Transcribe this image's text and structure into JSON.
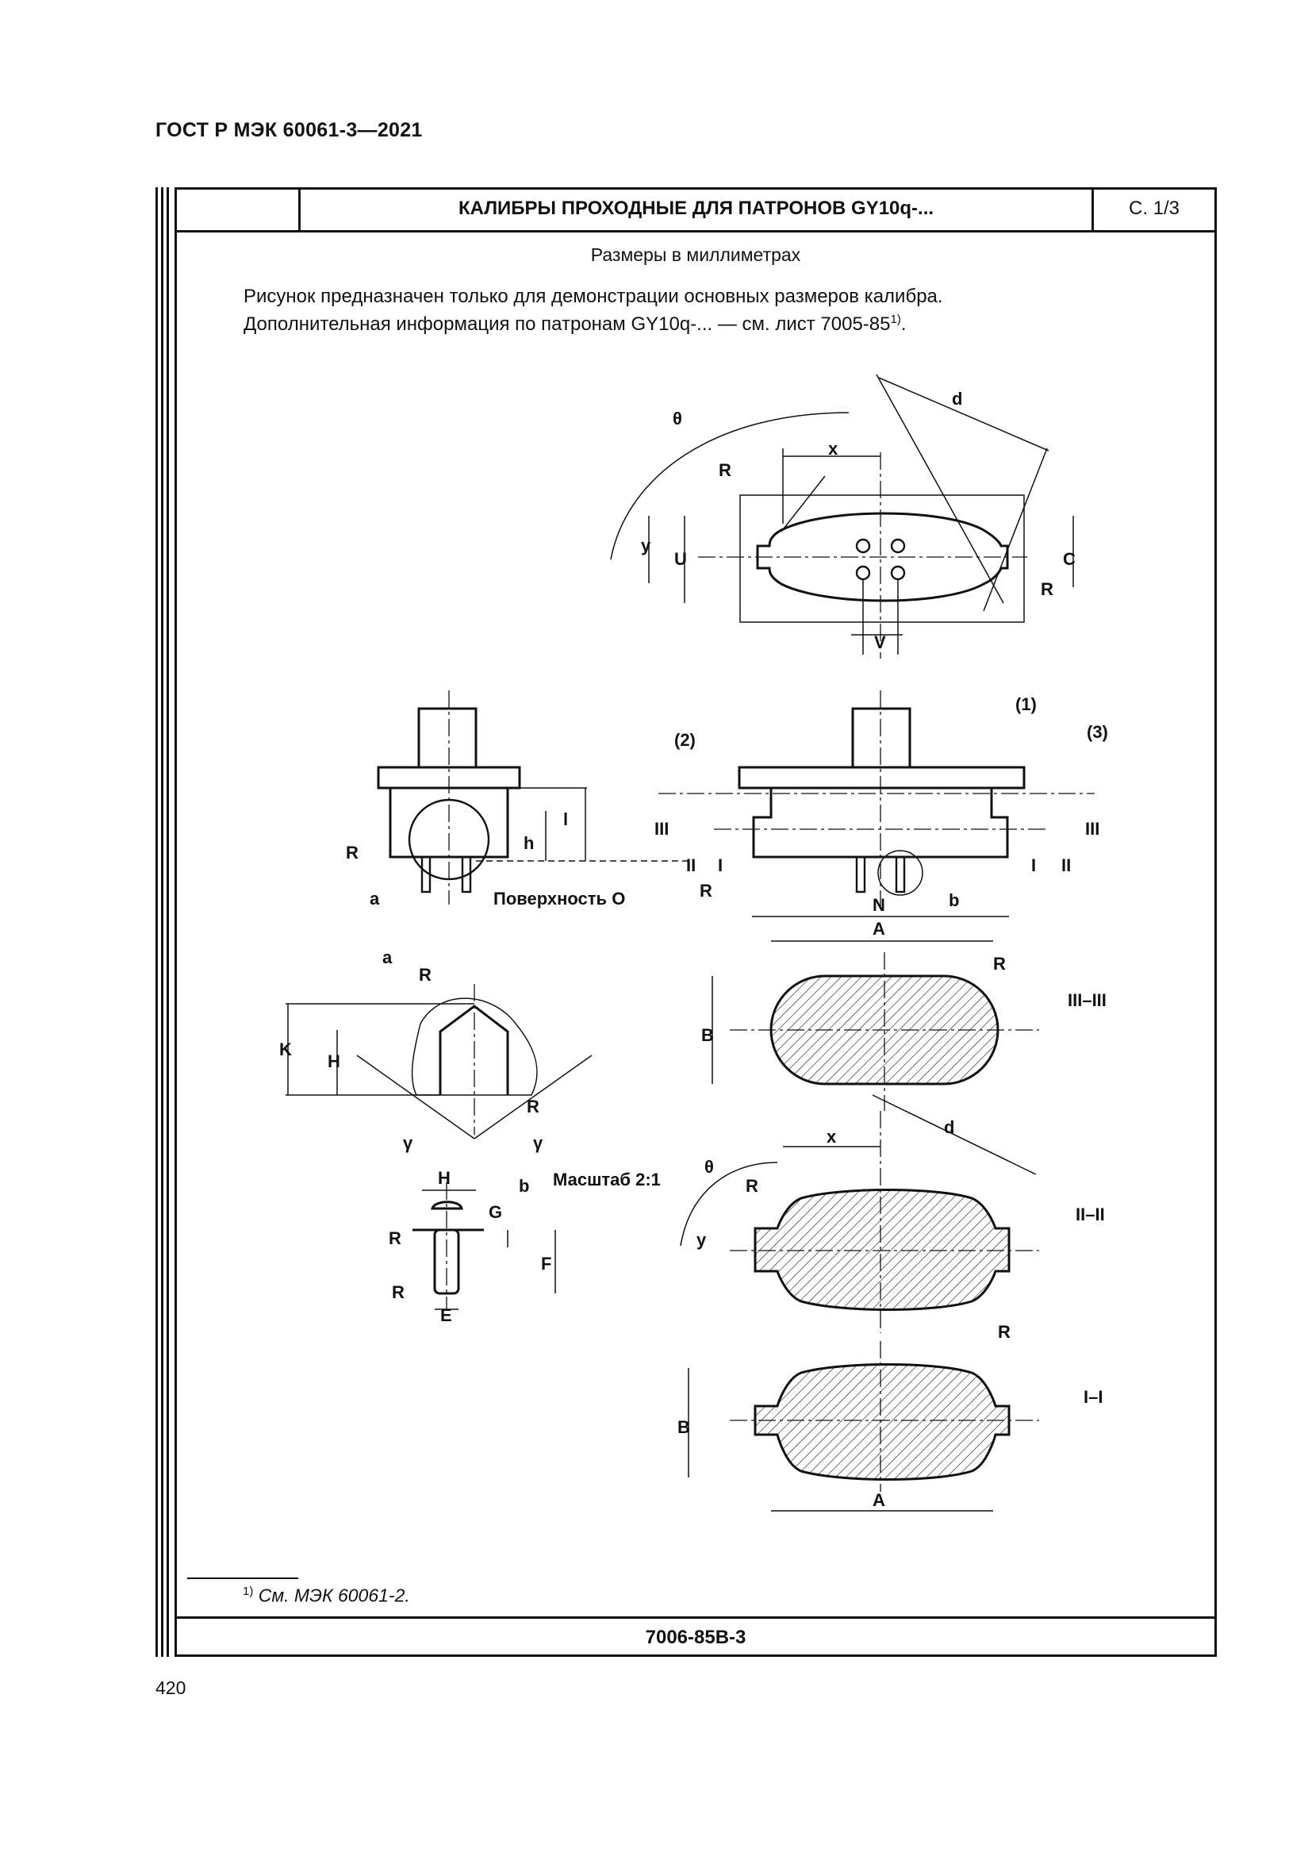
{
  "document": {
    "standard": "ГОСТ Р МЭК 60061-3—2021",
    "page_number": "420"
  },
  "sheet": {
    "title": "КАЛИБРЫ ПРОХОДНЫЕ ДЛЯ ПАТРОНОВ GY10q-...",
    "page_ref": "С. 1/3",
    "units": "Размеры в миллиметрах",
    "intro_line1": "Рисунок предназначен только для демонстрации основных размеров калибра.",
    "intro_line2": "Дополнительная информация по патронам GY10q-... — см. лист 7005-85",
    "intro_sup": "1)",
    "intro_end": ".",
    "footnote_mark": "1)",
    "footnote_text": "См. МЭК 60061-2.",
    "code": "7006-85B-3"
  },
  "drawing_labels": {
    "theta2": "θ",
    "x": "x",
    "d1": "d",
    "d2": "d",
    "R21": "R",
    "R22": "R",
    "R3": "R",
    "R2": "R",
    "R4": "R",
    "R5": "R",
    "R6": "R",
    "R11": "R",
    "R12": "R",
    "y": "y",
    "U": "U",
    "C": "C",
    "V": "V",
    "marker1": "(1)",
    "marker2": "(2)",
    "marker3": "(3)",
    "III": "III",
    "II": "II",
    "I": "I",
    "l": "l",
    "h": "h",
    "a": "a",
    "b": "b",
    "N": "N",
    "surface": "Поверхность О",
    "A1": "A",
    "A2": "A",
    "B1": "B",
    "B2": "B",
    "K": "K",
    "H1": "H",
    "H": "H",
    "G": "G",
    "F": "F",
    "E": "E",
    "gamma": "γ",
    "scale": "Масштаб 2:1",
    "section_III": "III–III",
    "section_II": "II–II",
    "section_I": "I–I"
  }
}
